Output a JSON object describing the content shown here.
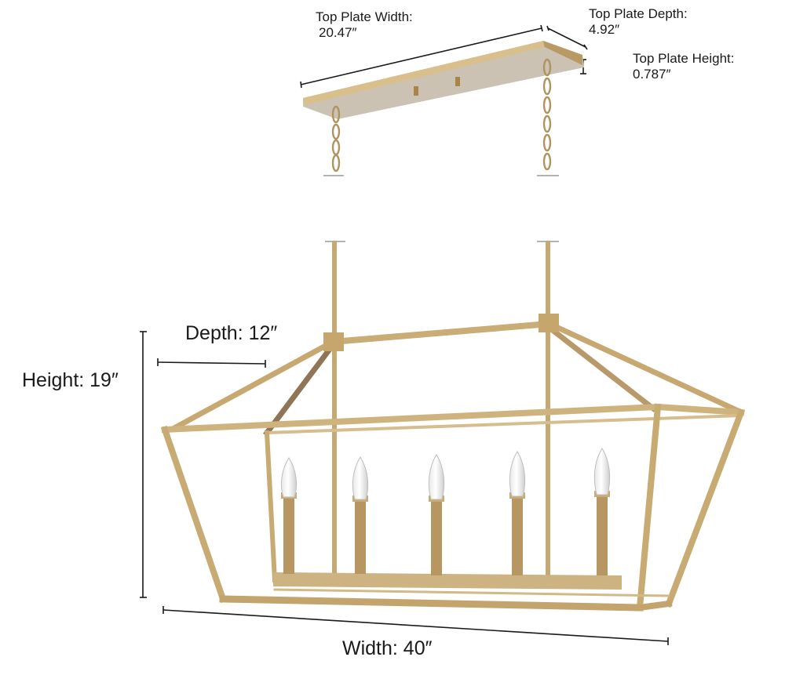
{
  "diagram": {
    "subject": "5-light linear lantern chandelier",
    "colors": {
      "brass": "#c8a978",
      "brass_light": "#e2cfa6",
      "brass_dark": "#9c7d4c",
      "plate_underside": "#cfc6b8",
      "dimension_line": "#1a1a1a",
      "background": "#ffffff"
    },
    "bulb_count": 5
  },
  "labels": {
    "top_plate_width": {
      "title": "Top Plate Width:",
      "value": "20.47″"
    },
    "top_plate_depth": {
      "title": "Top Plate Depth:",
      "value": "4.92″"
    },
    "top_plate_height": {
      "title": "Top Plate Height:",
      "value": "0.787″"
    },
    "depth": "Depth: 12″",
    "height": "Height: 19″",
    "width": "Width: 40″"
  }
}
